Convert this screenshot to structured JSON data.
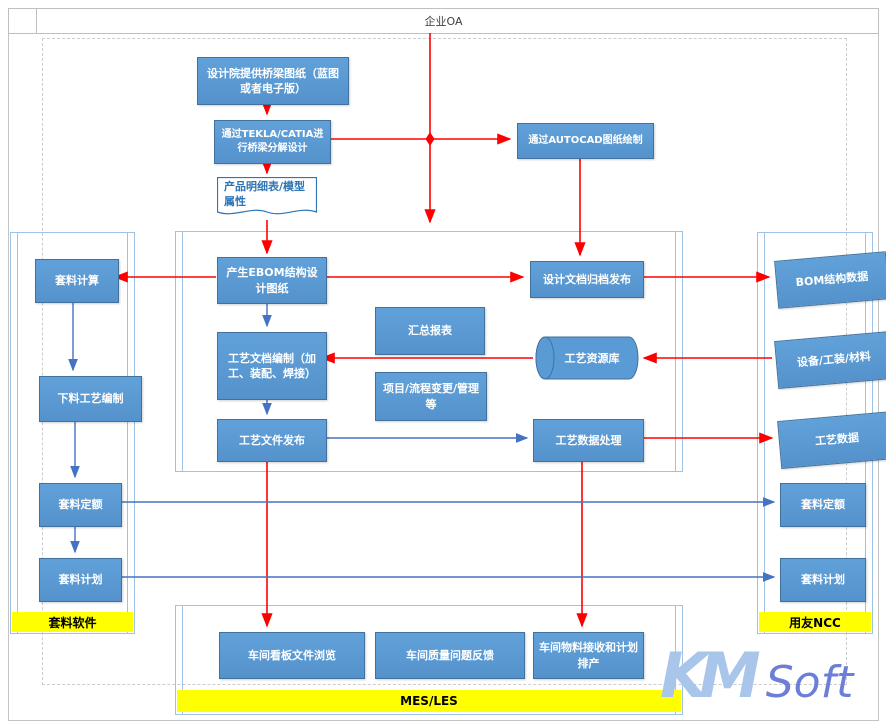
{
  "header": {
    "title": "企业OA"
  },
  "design_flow": {
    "design_institute": "设计院提供桥梁图纸（蓝图或者电子版）",
    "tekla": "通过TEKLA/CATIA进行桥梁分解设计",
    "product_detail": "产品明细表/模型属性",
    "autocad": "通过AUTOCAD图纸绘制"
  },
  "plm": {
    "ebom": "产生EBOM结构设计图纸",
    "doc_archive": "设计文档归档发布",
    "summary_report": "汇总报表",
    "process_doc": "工艺文档编制（加工、装配、焊接）",
    "resource_lib": "工艺资源库",
    "project_change": "项目/流程变更/管理等",
    "process_release": "工艺文件发布",
    "process_data": "工艺数据处理"
  },
  "nesting": {
    "label": "套料软件",
    "calc": "套料计算",
    "cutting": "下料工艺编制",
    "quota": "套料定额",
    "plan": "套料计划"
  },
  "ncc": {
    "label": "用友NCC",
    "bom": "BOM结构数据",
    "equipment": "设备/工装/材料",
    "process_data": "工艺数据",
    "quota": "套料定额",
    "plan": "套料计划"
  },
  "mes": {
    "label": "MES/LES",
    "kanban": "车间看板文件浏览",
    "quality": "车间质量问题反馈",
    "material": "车间物料接收和计划排产"
  },
  "logo": {
    "km": "KM",
    "soft": "Soft"
  },
  "colors": {
    "box_blue": "#5B9BD5",
    "box_border": "#41719C",
    "arrow_red": "#FF0000",
    "arrow_blue": "#4472C4",
    "label_yellow": "#FFFF00",
    "lane_border": "#9DC3E6"
  }
}
